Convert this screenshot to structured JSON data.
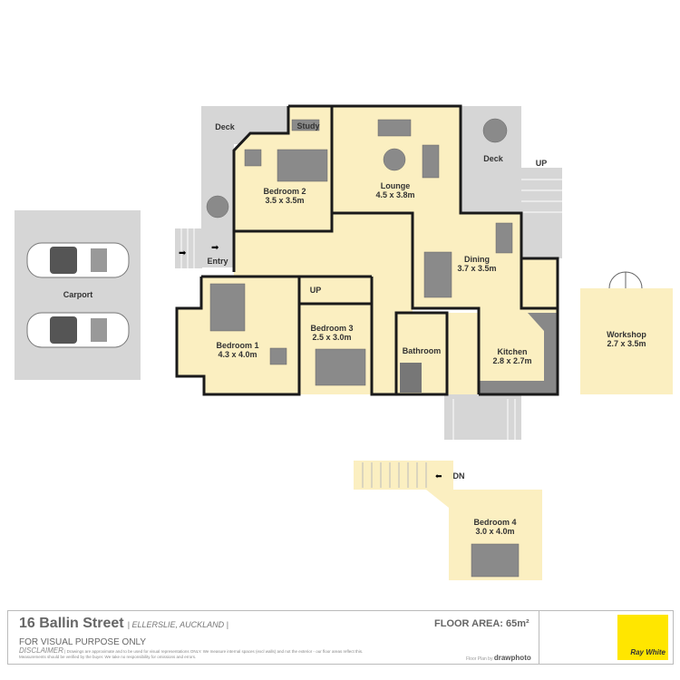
{
  "plan": {
    "rooms": {
      "carport": {
        "name": "Carport"
      },
      "deck_left": {
        "name": "Deck"
      },
      "study": {
        "name": "Study"
      },
      "bedroom2": {
        "name": "Bedroom 2",
        "size": "3.5 x 3.5m"
      },
      "lounge": {
        "name": "Lounge",
        "size": "4.5 x 3.8m"
      },
      "deck_right": {
        "name": "Deck"
      },
      "entry": {
        "name": "Entry"
      },
      "dining": {
        "name": "Dining",
        "size": "3.7 x 3.5m"
      },
      "bedroom1": {
        "name": "Bedroom 1",
        "size": "4.3 x 4.0m"
      },
      "bedroom3": {
        "name": "Bedroom 3",
        "size": "2.5 x 3.0m"
      },
      "bathroom": {
        "name": "Bathroom"
      },
      "kitchen": {
        "name": "Kitchen",
        "size": "2.8 x 2.7m"
      },
      "workshop": {
        "name": "Workshop",
        "size": "2.7 x 3.5m"
      },
      "bedroom4": {
        "name": "Bedroom 4",
        "size": "3.0 x 4.0m"
      }
    },
    "stairs": {
      "up_main": "UP",
      "up_deck": "UP",
      "down_upper": "DN"
    },
    "colors": {
      "room": "#fbefc1",
      "deck": "#d6d6d6",
      "wall": "#1a1a1a",
      "furniture": "#8a8a8a"
    }
  },
  "footer": {
    "address": "16 Ballin Street",
    "suburb": "| ELLERSLIE, AUCKLAND |",
    "floor_area": "FLOOR AREA: 65m²",
    "visual": "FOR VISUAL PURPOSE ONLY",
    "disclaimer_label": "DISCLAIMER",
    "disclaimer": "| Drawings are approximate and to be used for visual representations ONLY. We measure internal spaces (excl walls) and not the exterior - our floor areas reflect this. Measurements should be verified by the buyer. We take no responsibility for omissions and errors.",
    "credit_prefix": "Floor Plan by",
    "credit_brand": "drawphoto",
    "logo": "Ray White",
    "logo_color": "#ffe600"
  }
}
